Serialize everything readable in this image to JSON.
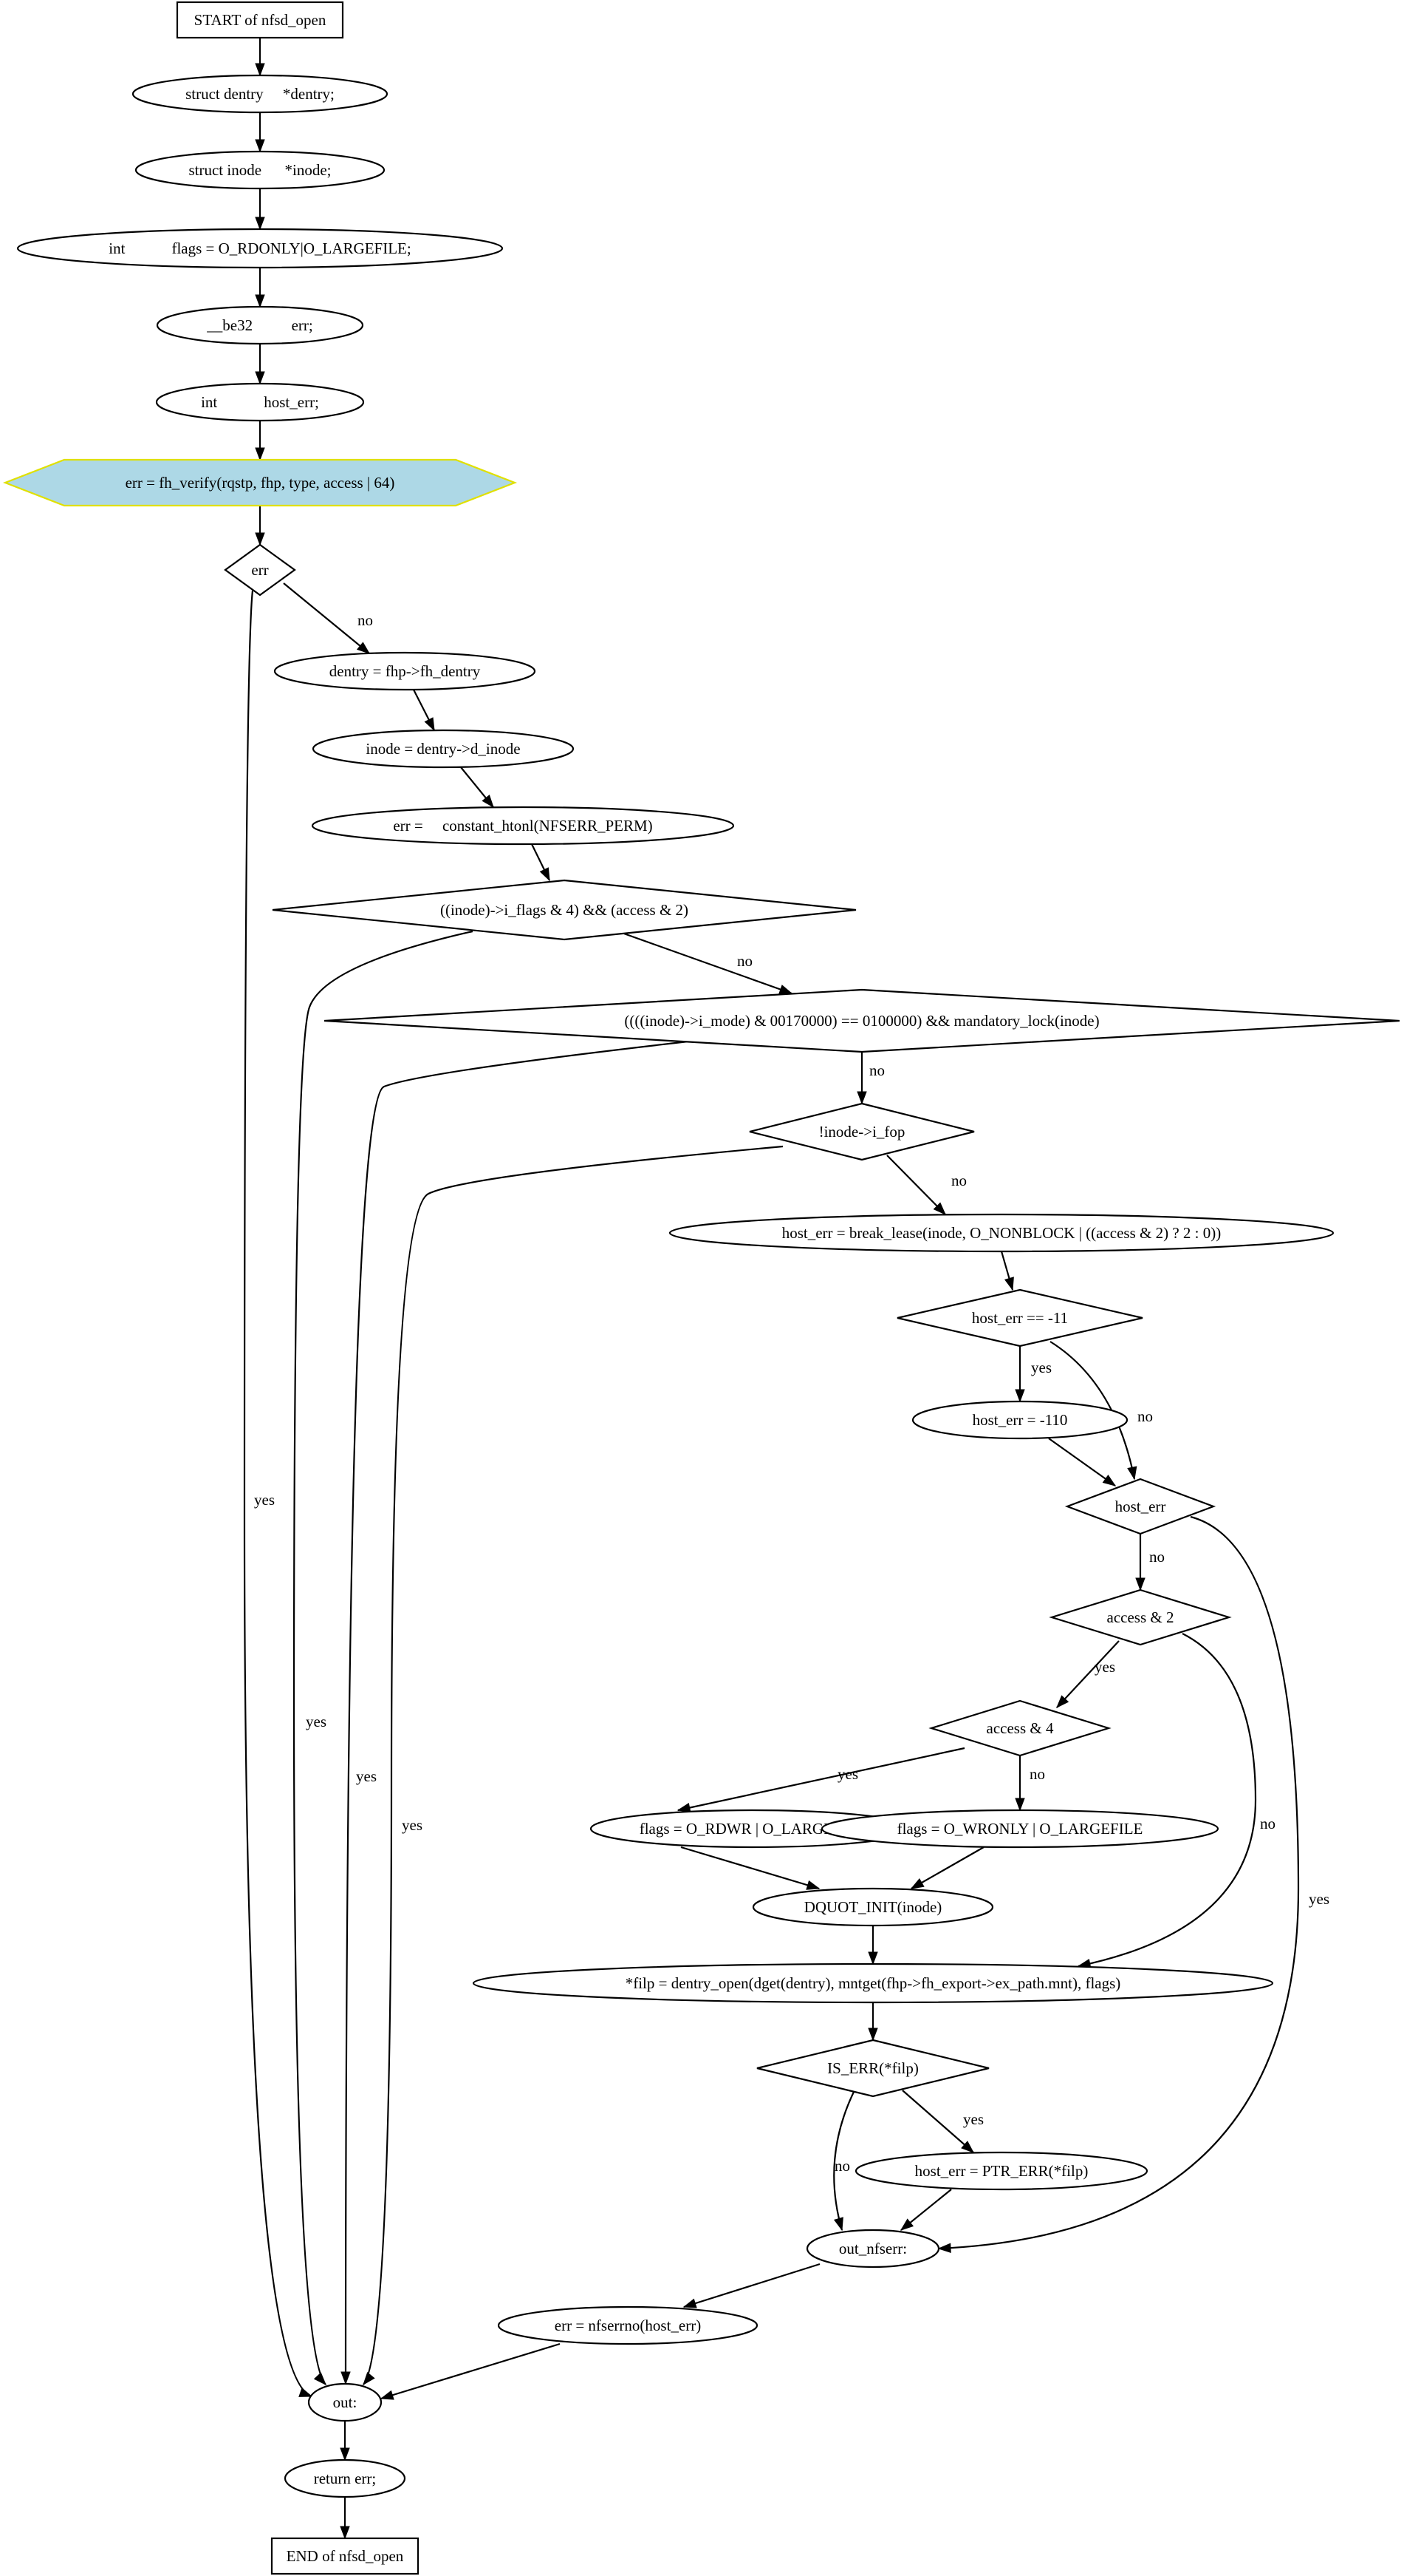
{
  "diagram": {
    "nodes": [
      {
        "id": "n_start",
        "label": "START of nfsd_open"
      },
      {
        "id": "n_dentry",
        "label": "struct dentry     *dentry;"
      },
      {
        "id": "n_inode",
        "label": "struct inode      *inode;"
      },
      {
        "id": "n_flags",
        "label": "int            flags = O_RDONLY|O_LARGEFILE;"
      },
      {
        "id": "n_err_decl",
        "label": "__be32          err;"
      },
      {
        "id": "n_host_decl",
        "label": "int            host_err;"
      },
      {
        "id": "n_fh_verify",
        "label": "err = fh_verify(rqstp, fhp, type, access | 64)"
      },
      {
        "id": "n_err_check",
        "label": "err"
      },
      {
        "id": "n_dentry_assign",
        "label": "dentry = fhp->fh_dentry"
      },
      {
        "id": "n_inode_assign",
        "label": "inode = dentry->d_inode"
      },
      {
        "id": "n_err_perm",
        "label": "err =     constant_htonl(NFSERR_PERM)"
      },
      {
        "id": "n_iflags",
        "label": "((inode)->i_flags & 4) && (access & 2)"
      },
      {
        "id": "n_imode",
        "label": "((((inode)->i_mode) & 00170000) == 0100000) && mandatory_lock(inode)"
      },
      {
        "id": "n_ifop",
        "label": "!inode->i_fop"
      },
      {
        "id": "n_break_lease",
        "label": "host_err = break_lease(inode, O_NONBLOCK | ((access & 2) ? 2 : 0))"
      },
      {
        "id": "n_eq11",
        "label": "host_err == -11"
      },
      {
        "id": "n_110",
        "label": "host_err = -110"
      },
      {
        "id": "n_hosterr",
        "label": "host_err"
      },
      {
        "id": "n_acc2",
        "label": "access & 2"
      },
      {
        "id": "n_acc4",
        "label": "access & 4"
      },
      {
        "id": "n_rdwr",
        "label": "flags = O_RDWR | O_LARGEFILE"
      },
      {
        "id": "n_wronly",
        "label": "flags = O_WRONLY | O_LARGEFILE"
      },
      {
        "id": "n_dquot",
        "label": "DQUOT_INIT(inode)"
      },
      {
        "id": "n_filp",
        "label": "*filp = dentry_open(dget(dentry), mntget(fhp->fh_export->ex_path.mnt), flags)"
      },
      {
        "id": "n_iserr",
        "label": "IS_ERR(*filp)"
      },
      {
        "id": "n_ptrerr",
        "label": "host_err = PTR_ERR(*filp)"
      },
      {
        "id": "n_outnfs",
        "label": "out_nfserr:"
      },
      {
        "id": "n_errno",
        "label": "err = nfserrno(host_err)"
      },
      {
        "id": "n_out",
        "label": "out:"
      },
      {
        "id": "n_return",
        "label": "return err;"
      },
      {
        "id": "n_end",
        "label": "END of nfsd_open"
      }
    ],
    "edges": [
      {
        "from": "n_start",
        "to": "n_dentry",
        "label": ""
      },
      {
        "from": "n_dentry",
        "to": "n_inode",
        "label": ""
      },
      {
        "from": "n_inode",
        "to": "n_flags",
        "label": ""
      },
      {
        "from": "n_flags",
        "to": "n_err_decl",
        "label": ""
      },
      {
        "from": "n_err_decl",
        "to": "n_host_decl",
        "label": ""
      },
      {
        "from": "n_host_decl",
        "to": "n_fh_verify",
        "label": ""
      },
      {
        "from": "n_fh_verify",
        "to": "n_err_check",
        "label": ""
      },
      {
        "from": "n_err_check",
        "to": "n_dentry_assign",
        "label": "no"
      },
      {
        "from": "n_err_check",
        "to": "n_out",
        "label": "yes"
      },
      {
        "from": "n_dentry_assign",
        "to": "n_inode_assign",
        "label": ""
      },
      {
        "from": "n_inode_assign",
        "to": "n_err_perm",
        "label": ""
      },
      {
        "from": "n_err_perm",
        "to": "n_iflags",
        "label": ""
      },
      {
        "from": "n_iflags",
        "to": "n_imode",
        "label": "no"
      },
      {
        "from": "n_iflags",
        "to": "n_out",
        "label": "yes"
      },
      {
        "from": "n_imode",
        "to": "n_ifop",
        "label": "no"
      },
      {
        "from": "n_imode",
        "to": "n_out",
        "label": "yes"
      },
      {
        "from": "n_ifop",
        "to": "n_break_lease",
        "label": "no"
      },
      {
        "from": "n_ifop",
        "to": "n_out",
        "label": "yes"
      },
      {
        "from": "n_break_lease",
        "to": "n_eq11",
        "label": ""
      },
      {
        "from": "n_eq11",
        "to": "n_110",
        "label": "yes"
      },
      {
        "from": "n_eq11",
        "to": "n_hosterr",
        "label": "no"
      },
      {
        "from": "n_110",
        "to": "n_hosterr",
        "label": ""
      },
      {
        "from": "n_hosterr",
        "to": "n_acc2",
        "label": "no"
      },
      {
        "from": "n_hosterr",
        "to": "n_outnfs",
        "label": "yes"
      },
      {
        "from": "n_acc2",
        "to": "n_acc4",
        "label": "yes"
      },
      {
        "from": "n_acc2",
        "to": "n_filp",
        "label": "no"
      },
      {
        "from": "n_acc4",
        "to": "n_rdwr",
        "label": "yes"
      },
      {
        "from": "n_acc4",
        "to": "n_wronly",
        "label": "no"
      },
      {
        "from": "n_rdwr",
        "to": "n_dquot",
        "label": ""
      },
      {
        "from": "n_wronly",
        "to": "n_dquot",
        "label": ""
      },
      {
        "from": "n_dquot",
        "to": "n_filp",
        "label": ""
      },
      {
        "from": "n_filp",
        "to": "n_iserr",
        "label": ""
      },
      {
        "from": "n_iserr",
        "to": "n_ptrerr",
        "label": "yes"
      },
      {
        "from": "n_iserr",
        "to": "n_outnfs",
        "label": "no"
      },
      {
        "from": "n_ptrerr",
        "to": "n_outnfs",
        "label": ""
      },
      {
        "from": "n_outnfs",
        "to": "n_errno",
        "label": ""
      },
      {
        "from": "n_errno",
        "to": "n_out",
        "label": ""
      },
      {
        "from": "n_out",
        "to": "n_return",
        "label": ""
      },
      {
        "from": "n_return",
        "to": "n_end",
        "label": ""
      }
    ]
  },
  "colors": {
    "highlight_fill": "#add8e6",
    "highlight_stroke": "#e0e000",
    "stroke": "#000000",
    "background": "#ffffff"
  }
}
